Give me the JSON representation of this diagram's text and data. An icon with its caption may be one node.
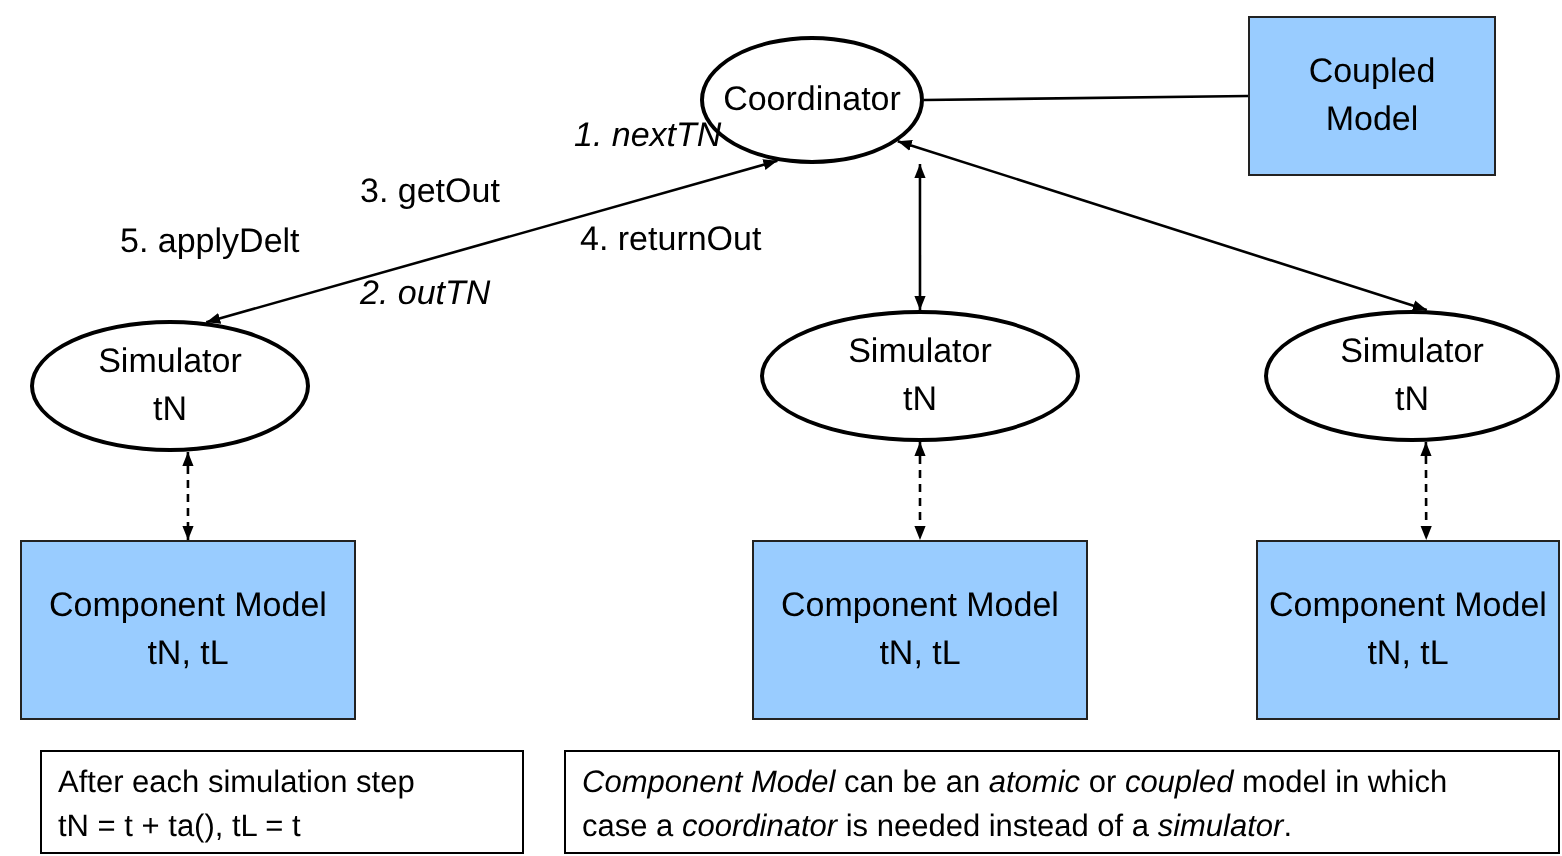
{
  "diagram": {
    "nodes": [
      {
        "text": [
          "Coordinator"
        ]
      },
      {
        "text": [
          "Coupled Model"
        ]
      },
      {
        "text": [
          "Simulator",
          "tN"
        ]
      },
      {
        "text": [
          "Simulator",
          "tN"
        ]
      },
      {
        "text": [
          "Simulator",
          "tN"
        ]
      },
      {
        "text": [
          "Component Model",
          "tN, tL"
        ]
      },
      {
        "text": [
          "Component Model",
          "tN, tL"
        ]
      },
      {
        "text": [
          "Component Model",
          "tN, tL"
        ]
      },
      {
        "text": [
          "After each simulation step",
          "tN = t + ta(), tL = t"
        ]
      },
      {
        "text": [
          "*Component Model* can be an *atomic* or *coupled* model in which case a *coordinator* is needed instead of a *simulator*."
        ]
      }
    ],
    "edges": [
      {
        "from": 0,
        "to": 1,
        "arrow": "none"
      },
      {
        "from": 0,
        "to": 2,
        "arrow": "both"
      },
      {
        "from": 0,
        "to": 3,
        "arrow": "both"
      },
      {
        "from": 0,
        "to": 4,
        "arrow": "both"
      },
      {
        "from": 2,
        "to": 5,
        "arrow": "both",
        "style": "dashed"
      },
      {
        "from": 3,
        "to": 6,
        "arrow": "both",
        "style": "dashed"
      },
      {
        "from": 4,
        "to": 7,
        "arrow": "both",
        "style": "dashed"
      }
    ],
    "labels": [
      "1. nextTN",
      "3. getOut",
      "5. applyDelt",
      "4. returnOut",
      "2. outTN"
    ]
  }
}
